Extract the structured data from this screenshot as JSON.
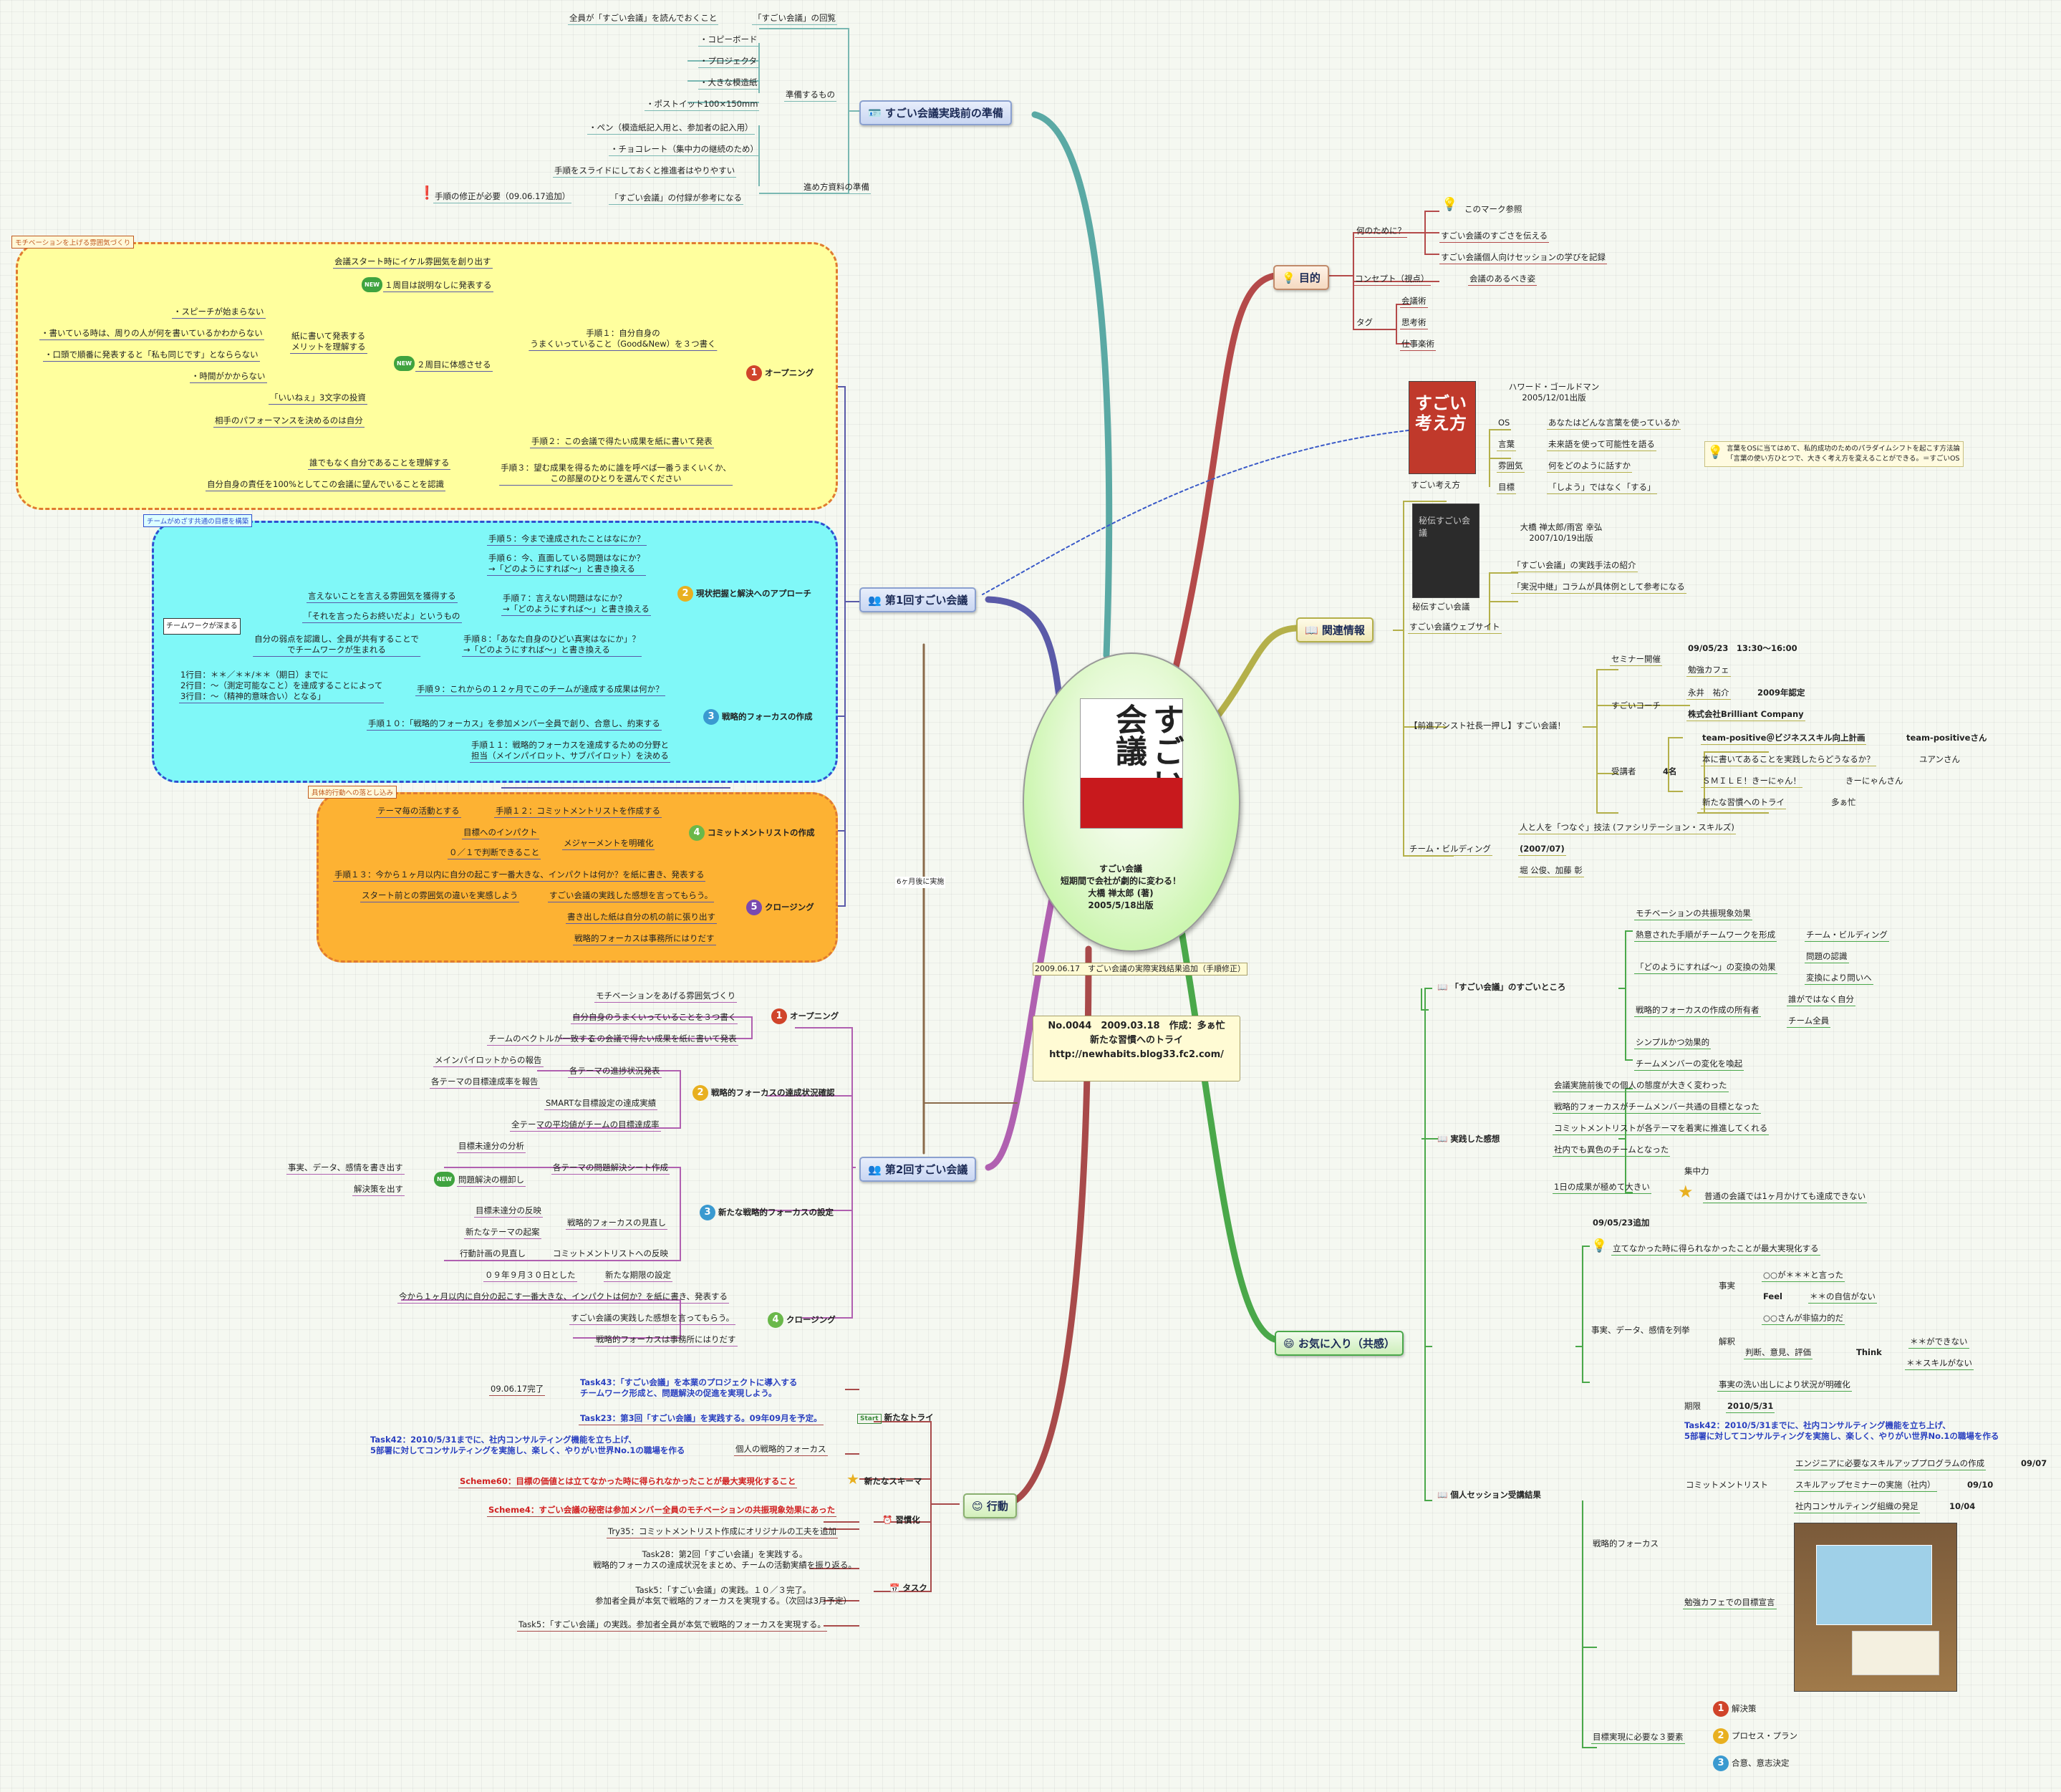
{
  "center": {
    "book_title": "すごい会議",
    "caption": [
      "すごい会議",
      "短期間で会社が劇的に変わる！",
      "大橋 禅太郎 (著)",
      "2005/5/18出版"
    ],
    "update_note": "2009.06.17　すごい会議の実際実践結果追加（手順修正）",
    "info": [
      "No.0044　2009.03.18　作成：多ぁ忙",
      "新たな習慣へのトライ",
      "http://newhabits.blog33.fc2.com/"
    ],
    "arrow_label": "6ヶ月後に実施"
  },
  "prep": {
    "title": "すごい会議実践前の準備",
    "items": [
      "全員が「すごい会議」を読んでおくこと",
      "「すごい会議」の回覧",
      "・コピーボード",
      "・プロジェクタ",
      "・大きな模造紙",
      "準備するもの",
      "・ポストイット100×150mm",
      "・ペン（模造紙記入用と、参加者の記入用）",
      "・チョコレート（集中力の継続のため）",
      "手順をスライドにしておくと推進者はやりやすい",
      "進め方資料の準備",
      "手順の修正が必要（09.06.17追加）",
      "「すごい会議」の付録が参考になる"
    ]
  },
  "m1": {
    "title": "第1回すごい会議",
    "cloud1_tag": "モチベーションを上げる雰囲気づくり",
    "cloud2_tag": "チームがめざす共通の目標を構築",
    "cloud3_tag": "具体的行動への落とし込み",
    "opening": "オープニング",
    "o": [
      "会議スタート時にイケル雰囲気を創り出す",
      "１周目は説明なしに発表する",
      "・スピーチが始まらない",
      "・書いている時は、周りの人が何を書いているかわからない",
      "・口頭で順番に発表すると「私も同じです」となららない",
      "・時間がかからない",
      "紙に書いて発表する\nメリットを理解する",
      "２周目に体感させる",
      "「いいねぇ」3文字の投資",
      "相手のパフォーマンスを決めるのは自分",
      "手順１：自分自身の\nうまくいっていること（Good&New）を３つ書く",
      "手順２：この会議で得たい成果を紙に書いて発表",
      "誰でもなく自分であることを理解する",
      "自分自身の責任を100%としてこの会議に望んでいることを認識",
      "手順３：望む成果を得るために誰を呼べば一番うまくいくか、\nこの部屋のひとりを選んでください"
    ],
    "approach": "現状把握と解決へのアプローチ",
    "a": [
      "手順５：今まで達成されたことはなにか？",
      "手順６：今、直面している問題はなにか？\n→「どのようにすれば〜」と書き換える",
      "言えないことを言える雰囲気を獲得する",
      "手順７：言えない問題はなにか？\n→「どのようにすれば〜」と書き換える",
      "「それを言ったらお終いだよ」というもの",
      "チームワークが深まる",
      "自分の弱点を認識し、全員が共有することで\nでチームワークが生まれる",
      "手順８：「あなた自身のひどい真実はなにか」？\n→「どのようにすれば〜」と書き換える"
    ],
    "focus": "戦略的フォーカスの作成",
    "f": [
      "1行目：＊＊／＊＊/＊＊（期日）までに\n2行目：〜（測定可能なこと）を達成することによって\n3行目：〜（精神的意味合い）となる」",
      "手順９：これからの１２ヶ月でこのチームが達成する成果は何か？",
      "手順１０：「戦略的フォーカス」を参加メンバー全員で創り、合意し、約束する",
      "手順１１：戦略的フォーカスを達成するための分野と\n担当（メインパイロット、サブパイロット）を決める"
    ],
    "commit": "コミットメントリストの作成",
    "cm": [
      "テーマ毎の活動とする",
      "手順１２：コミットメントリストを作成する",
      "目標へのインパクト",
      "メジャーメントを明確化",
      "０／１で判断できること"
    ],
    "closing": "クロージング",
    "cl": [
      "手順１３：今から１ヶ月以内に自分の起こす一番大きな、インパクトは何か？を紙に書き、発表する",
      "スタート前との雰囲気の違いを実感しよう",
      "すごい会議の実践した感想を言ってもらう。",
      "書き出した紙は自分の机の前に張り出す",
      "戦略的フォーカスは事務所にはりだす"
    ]
  },
  "m2": {
    "title": "第2回すごい会議",
    "opening": "オープニング",
    "o": [
      "モチベーションをあげる雰囲気づくり",
      "自分自身のうまくいっていることを３つ書く",
      "チームのベクトルが一致する",
      "この会議で得たい成果を紙に書いて発表"
    ],
    "status": "戦略的フォーカスの達成状況確認",
    "s": [
      "メインパイロットからの報告",
      "各テーマの目標達成率を報告",
      "各テーマの進捗状況発表",
      "SMARTな目標設定の達成実績",
      "全テーマの平均値がチームの目標達成率"
    ],
    "reset": "新たな戦略的フォーカスの設定",
    "r": [
      "目標未達分の分析",
      "事実、データ、感情を書き出す",
      "解決策を出す",
      "問題解決の棚卸し",
      "各テーマの問題解決シート作成",
      "目標未達分の反映",
      "新たなテーマの起案",
      "戦略的フォーカスの見直し",
      "コミットメントリストへの反映",
      "行動計画の見直し",
      "０９年９月３０日とした",
      "新たな期限の設定"
    ],
    "closing": "クロージング",
    "c": [
      "今から１ヶ月以内に自分の起こす一番大きな、インパクトは何か？を紙に書き、発表する",
      "すごい会議の実践した感想を言ってもらう。",
      "戦略的フォーカスは事務所にはりだす"
    ]
  },
  "action": {
    "title": "行動",
    "new_try": "新たなトライ",
    "nt": [
      "09.06.17完了",
      "Task43：「すごい会議」を本業のプロジェクトに導入する\nチームワーク形成と、問題解決の促進を実現しよう。",
      "Task23：第3回「すごい会議」を実践する。09年09月を予定。",
      "Task42：2010/5/31までに、社内コンサルティング機能を立ち上げ、\n5部署に対してコンサルティングを実施し、楽しく、やりがい世界No.1の職場を作る",
      "個人の戦略的フォーカス"
    ],
    "schema": "新たなスキーマ",
    "sc": "Scheme60：目標の価値とは立てなかった時に得られなかったことが最大実現化すること",
    "habit": "習慣化",
    "h": [
      "Scheme4：すごい会議の秘密は参加メンバー全員のモチベーションの共振現象効果にあった",
      "Try35：コミットメントリスト作成にオリジナルの工夫を追加"
    ],
    "task": "タスク",
    "tk": [
      "Task28：第2回「すごい会議」を実践する。\n戦略的フォーカスの達成状況をまとめ、チームの活動実績を振り返る。",
      "Task5：「すごい会議」の実践。１０／３完了。\n参加者全員が本気で戦略的フォーカスを実現する。（次回は3月予定）",
      "Task5：「すごい会議」の実践。参加者全員が本気で戦略的フォーカスを実現する。"
    ]
  },
  "purpose": {
    "title": "目的",
    "why": "何のために？",
    "why_items": [
      "このマーク参照",
      "すごい会議のすごさを伝える",
      "すごい会議個人向けセッションの学びを記録"
    ],
    "concept": "コンセプト（視点）",
    "concept_item": "会議のあるべき姿",
    "tag": "タグ",
    "tags": [
      "会議術",
      "思考術",
      "仕事楽術"
    ]
  },
  "related": {
    "title": "関連情報",
    "book2_title": "すごい考え方",
    "book2": [
      "ハワード・ゴールドマン\n2005/12/01出版",
      "OS",
      "あなたはどんな言葉を使っているか",
      "言葉",
      "未来語を使って可能性を語る",
      "雰囲気",
      "何をどのように話すか",
      "目標",
      "「しよう」ではなく「する」"
    ],
    "book2_note": "言葉をOSに当てはめて、私的成功のためのパラダイムシフトを起こす方法論\n「言葉の使い方ひとつで、大きく考え方を変えることができる。＝すごいOS",
    "book3_title": "秘伝すごい会議",
    "book3": [
      "大橋 禅太郎/雨宮 幸弘\n2007/10/19出版",
      "「すごい会議」の実践手法の紹介",
      "「実況中継」コラムが具体例として参考になる"
    ],
    "website": "すごい会議ウェブサイト",
    "seminar_root": "【前進アシスト社長一押し】すごい会議！",
    "seminar": [
      "セミナー開催",
      "09/05/23　13:30〜16:00",
      "勉強カフェ",
      "すごいコーチ",
      "永井　祐介",
      "2009年認定",
      "株式会社Brilliant Company",
      "受講者",
      "4名",
      "team-positive＠ビジネススキル向上計画",
      "team-positiveさん",
      "本に書いてあることを実践したらどうなるか？",
      "ユアンさん",
      "ＳＭＩＬＥ！きーにゃん！",
      "きーにゃんさん",
      "新たな習慣へのトライ",
      "多ぁ忙"
    ],
    "teambuilding": "チーム・ビルディング",
    "tb": [
      "人と人を「つなぐ」技法 (ファシリテーション・スキルズ)",
      "(2007/07)",
      "堀 公俊、加藤 彰"
    ]
  },
  "fav": {
    "title": "お気に入り（共感）",
    "sugoi": "「すごい会議」のすごいところ",
    "sg": [
      "モチベーションの共振現象効果",
      "熱意された手順がチームワークを形成",
      "チーム・ビルディング",
      "「どのようにすれば〜」の変換の効果",
      "問題の認識",
      "変換により問いへ",
      "戦略的フォーカスの作成の所有者",
      "誰がではなく自分",
      "チーム全員",
      "シンプルかつ効果的",
      "チームメンバーの変化を喚起"
    ],
    "impression": "実践した感想",
    "im": [
      "会議実施前後での個人の態度が大きく変わった",
      "戦略的フォーカスがチームメンバー共通の目標となった",
      "コミットメントリストが各テーマを着実に推進してくれる",
      "社内でも異色のチームとなった",
      "集中力",
      "1日の成果が極めて大きい",
      "普通の会議では1ヶ月かけても達成できない"
    ],
    "session": "個人セッション受講結果",
    "ss": [
      "09/05/23追加",
      "立てなかった時に得られなかったことが最大実現化する",
      "事実",
      "○○が＊＊＊と言った",
      "Feel",
      "＊＊の自信がない",
      "○○さんが非協力的だ",
      "事実、データ、感情を列挙",
      "解釈",
      "＊＊ができない",
      "判断、意見、評価",
      "Think",
      "＊＊スキルがない",
      "事実の洗い出しにより状況が明確化",
      "期限",
      "2010/5/31",
      "Task42：2010/5/31までに、社内コンサルティング機能を立ち上げ、\n5部署に対してコンサルティングを実施し、楽しく、やりがい世界No.1の職場を作る",
      "エンジニアに必要なスキルアッププログラムの作成",
      "09/07",
      "コミットメントリスト",
      "スキルアップセミナーの実施（社内）",
      "09/10",
      "社内コンサルティング組織の発足",
      "10/04",
      "戦略的フォーカス",
      "勉強カフェでの目標宣言",
      "目標実現に必要な３要素",
      "解決策",
      "プロセス・プラン",
      "合意、意志決定"
    ]
  }
}
